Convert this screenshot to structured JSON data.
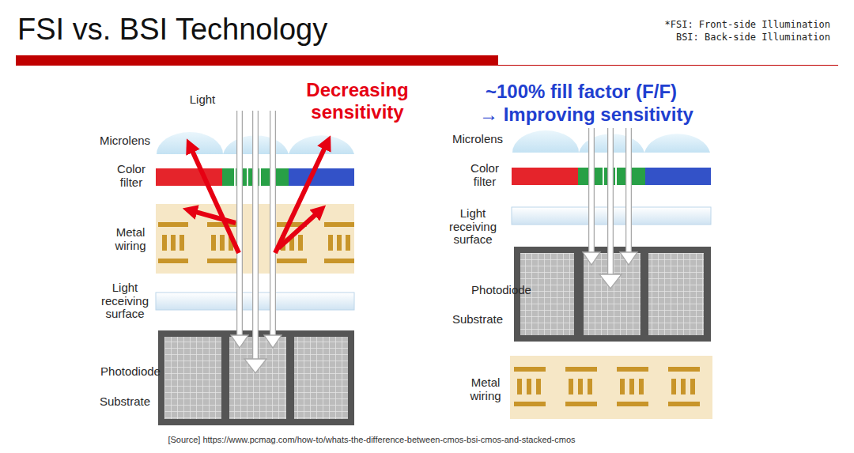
{
  "diagram": {
    "title": "FSI vs. BSI Technology",
    "caption": "[Source] https://www.pcmag.com/how-to/whats-the-difference-between-cmos-bsi-cmos-and-stacked-cmos",
    "labels": [
      "*FSI: Front-side Illumination",
      "BSI: Back-side Illumination",
      "Light",
      "Microlens",
      "Color filter",
      "Metal wiring",
      "Light receiving surface",
      "Photodiode",
      "Substrate",
      "Decreasing sensitivity",
      "~100% fill factor (F/F)",
      "→ Improving sensitivity",
      "Microlens",
      "Color filter",
      "Light receiving surface",
      "Photodiode",
      "Substrate",
      "Metal wiring"
    ]
  }
}
